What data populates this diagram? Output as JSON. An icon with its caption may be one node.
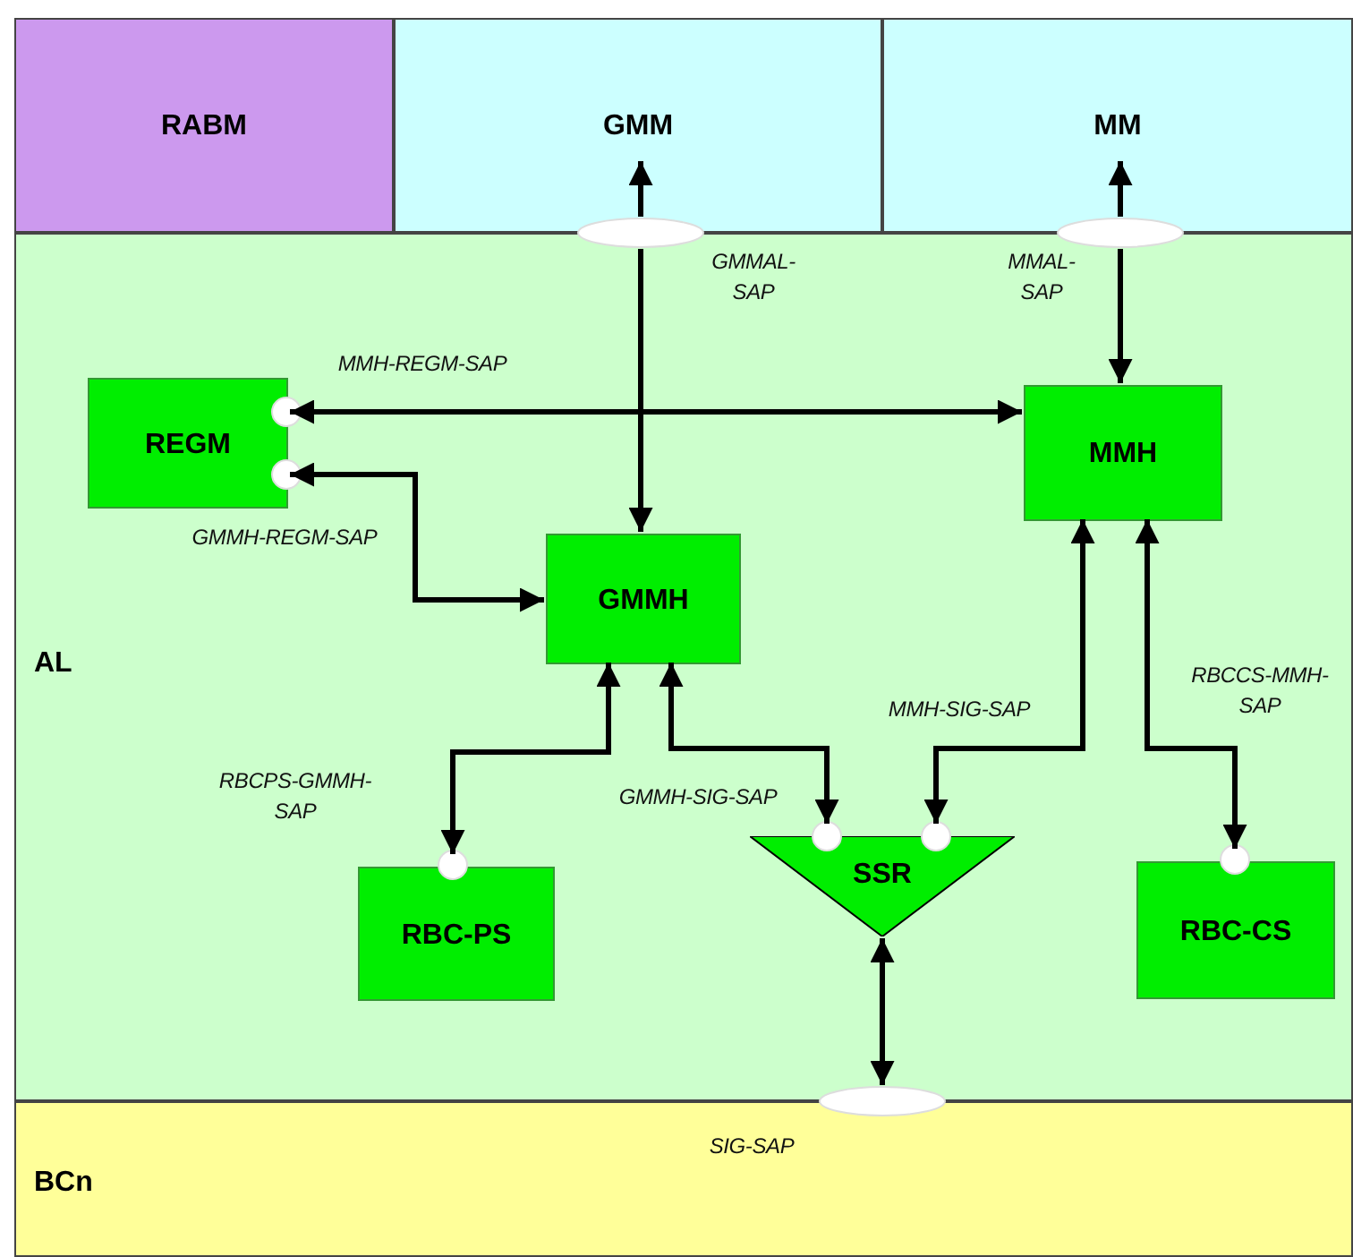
{
  "diagram": {
    "nodes": [
      {
        "text": [
          "RABM"
        ]
      },
      {
        "text": [
          "GMM"
        ]
      },
      {
        "text": [
          "MM"
        ]
      },
      {
        "text": [
          "AL"
        ]
      },
      {
        "text": [
          "REGM"
        ],
        "in": 3
      },
      {
        "text": [
          "MMH"
        ],
        "in": 3
      },
      {
        "text": [
          "GMMH"
        ],
        "in": 3
      },
      {
        "text": [
          "SSR"
        ],
        "in": 3
      },
      {
        "text": [
          "RBC-PS"
        ],
        "in": 3
      },
      {
        "text": [
          "RBC-CS"
        ],
        "in": 3
      },
      {
        "text": [
          "BCn"
        ]
      },
      {
        "text": [],
        "shape": "ellipse",
        "beside": [
          "GMMAL-SAP"
        ]
      },
      {
        "text": [],
        "shape": "ellipse",
        "beside": [
          "MMAL-SAP"
        ]
      },
      {
        "text": [],
        "shape": "ellipse"
      }
    ],
    "edges": [
      {
        "from": 11,
        "to": 1,
        "arrow": "to"
      },
      {
        "from": 11,
        "to": 6,
        "arrow": "to"
      },
      {
        "from": 12,
        "to": 2,
        "arrow": "to"
      },
      {
        "from": 12,
        "to": 5,
        "arrow": "to"
      },
      {
        "from": 4,
        "to": 5,
        "arrow": "both"
      },
      {
        "from": 4,
        "to": 6,
        "arrow": "both"
      },
      {
        "from": 6,
        "to": 8,
        "arrow": "both"
      },
      {
        "from": 6,
        "to": 7,
        "arrow": "both"
      },
      {
        "from": 5,
        "to": 7,
        "arrow": "both"
      },
      {
        "from": 5,
        "to": 9,
        "arrow": "both"
      },
      {
        "from": 7,
        "to": 13,
        "arrow": "both"
      }
    ],
    "labels": [
      "MMH-REGM-SAP",
      "GMMH-REGM-SAP",
      "RBCPS-GMMH-SAP",
      "GMMH-SIG-SAP",
      "MMH-SIG-SAP",
      "RBCCS-MMH-SAP",
      "SIG-SAP"
    ]
  }
}
